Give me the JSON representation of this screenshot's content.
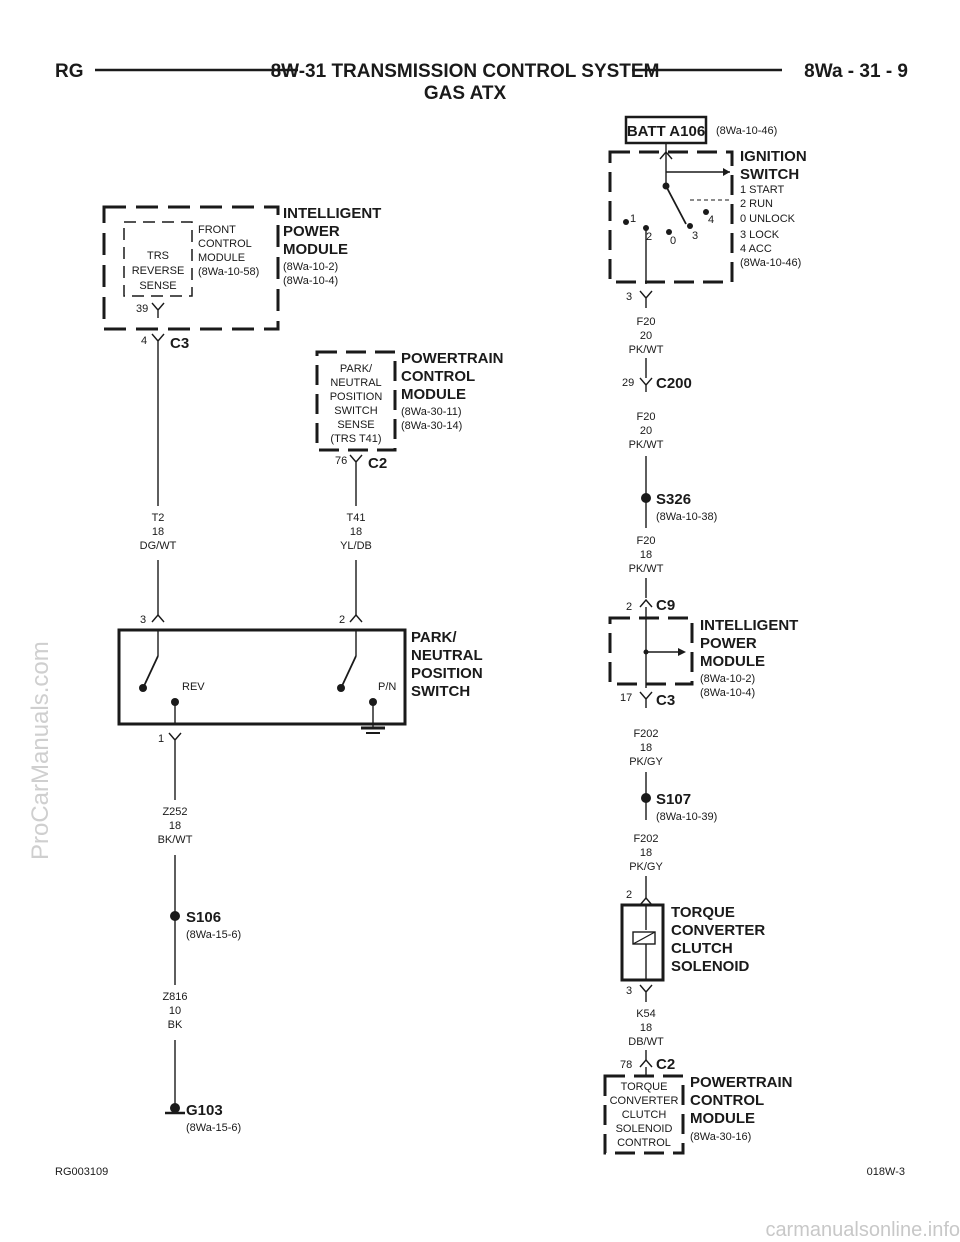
{
  "header": {
    "left": "RG",
    "title": "8W-31 TRANSMISSION CONTROL SYSTEM",
    "subtitle": "GAS ATX",
    "right": "8Wa - 31 - 9"
  },
  "footer": {
    "left": "RG003109",
    "right": "018W-3"
  },
  "watermarks": {
    "side": "ProCarManuals.com",
    "bottom": "carmanualsonline.info"
  },
  "ipm_top": {
    "title": [
      "INTELLIGENT",
      "POWER",
      "MODULE"
    ],
    "refs": [
      "(8Wa-10-2)",
      "(8Wa-10-4)"
    ],
    "inner": [
      "TRS",
      "REVERSE",
      "SENSE"
    ],
    "side": [
      "FRONT",
      "CONTROL",
      "MODULE",
      "(8Wa-10-58)"
    ],
    "pin_in": "39",
    "pin_out": "4",
    "connector": "C3"
  },
  "wire_t2": [
    "T2",
    "18",
    "DG/WT"
  ],
  "pcm_top": {
    "title": [
      "POWERTRAIN",
      "CONTROL",
      "MODULE"
    ],
    "refs": [
      "(8Wa-30-11)",
      "(8Wa-30-14)"
    ],
    "inner": [
      "PARK/",
      "NEUTRAL",
      "POSITION",
      "SWITCH",
      "SENSE",
      "(TRS T41)"
    ],
    "pin": "76",
    "connector": "C2"
  },
  "wire_t41": [
    "T41",
    "18",
    "YL/DB"
  ],
  "pn_switch": {
    "title": [
      "PARK/",
      "NEUTRAL",
      "POSITION",
      "SWITCH"
    ],
    "pin_left": "3",
    "pin_right": "2",
    "pin_bottom": "1",
    "rev": "REV",
    "pn": "P/N"
  },
  "wire_z252": [
    "Z252",
    "18",
    "BK/WT"
  ],
  "s106": {
    "label": "S106",
    "ref": "(8Wa-15-6)"
  },
  "wire_z816": [
    "Z816",
    "10",
    "BK"
  ],
  "g103": {
    "label": "G103",
    "ref": "(8Wa-15-6)"
  },
  "batt": {
    "label": "BATT A106",
    "ref": "(8Wa-10-46)"
  },
  "ignition": {
    "title": [
      "IGNITION",
      "SWITCH"
    ],
    "positions": [
      "1 START",
      "2 RUN",
      "0 UNLOCK",
      "3 LOCK",
      "4 ACC"
    ],
    "ref": "(8Wa-10-46)",
    "contacts": [
      "1",
      "2",
      "0",
      "3",
      "4"
    ],
    "pin_out": "3"
  },
  "wire_f20_a": [
    "F20",
    "20",
    "PK/WT"
  ],
  "c200": {
    "pin": "29",
    "label": "C200"
  },
  "wire_f20_b": [
    "F20",
    "20",
    "PK/WT"
  ],
  "s326": {
    "label": "S326",
    "ref": "(8Wa-10-38)"
  },
  "wire_f20_c": [
    "F20",
    "18",
    "PK/WT"
  ],
  "ipm_right": {
    "pin_in": "2",
    "connector_in": "C9",
    "title": [
      "INTELLIGENT",
      "POWER",
      "MODULE"
    ],
    "refs": [
      "(8Wa-10-2)",
      "(8Wa-10-4)"
    ],
    "pin_out": "17",
    "connector_out": "C3"
  },
  "wire_f202_a": [
    "F202",
    "18",
    "PK/GY"
  ],
  "s107": {
    "label": "S107",
    "ref": "(8Wa-10-39)"
  },
  "wire_f202_b": [
    "F202",
    "18",
    "PK/GY"
  ],
  "tcc": {
    "pin_in": "2",
    "title": [
      "TORQUE",
      "CONVERTER",
      "CLUTCH",
      "SOLENOID"
    ],
    "pin_out": "3"
  },
  "wire_k54": [
    "K54",
    "18",
    "DB/WT"
  ],
  "pcm_bottom": {
    "pin": "78",
    "connector": "C2",
    "inner": [
      "TORQUE",
      "CONVERTER",
      "CLUTCH",
      "SOLENOID",
      "CONTROL"
    ],
    "title": [
      "POWERTRAIN",
      "CONTROL",
      "MODULE"
    ],
    "ref": "(8Wa-30-16)"
  }
}
